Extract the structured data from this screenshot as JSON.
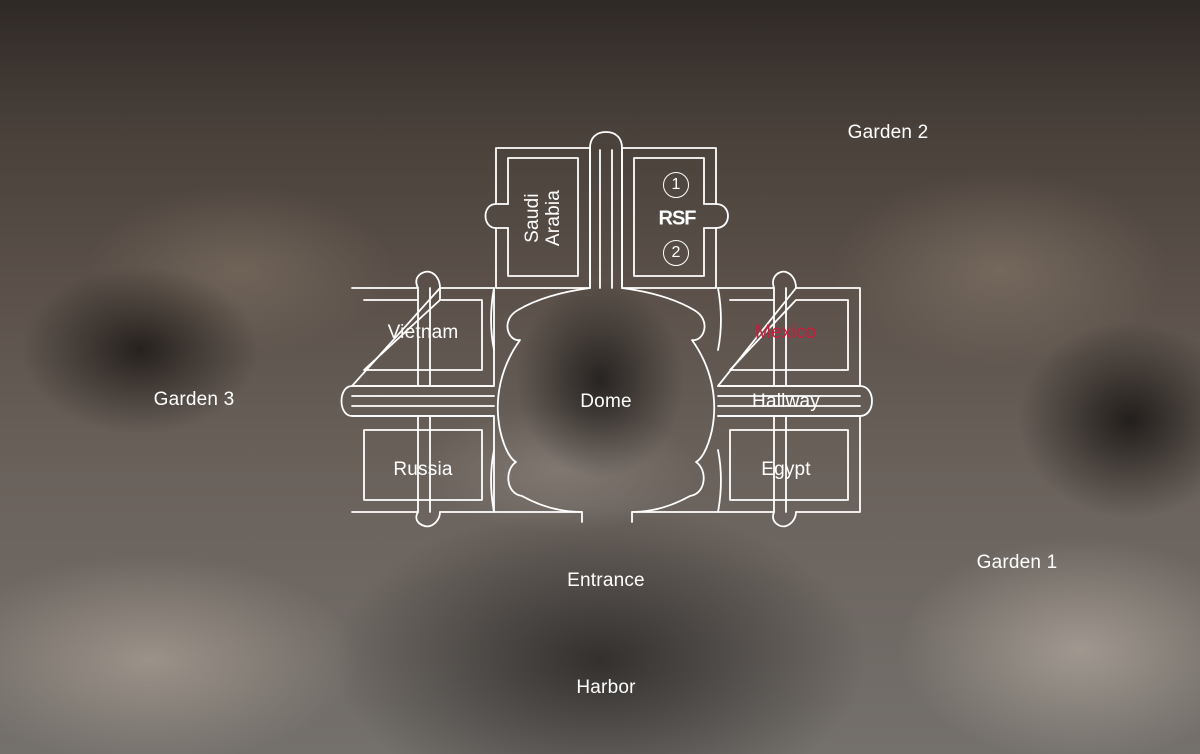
{
  "map": {
    "labels": {
      "garden_1": "Garden 1",
      "garden_2": "Garden 2",
      "garden_3": "Garden 3",
      "dome": "Dome",
      "hallway": "Hallway",
      "entrance": "Entrance",
      "harbor": "Harbor"
    },
    "pavilions": {
      "saudi_arabia": "Saudi Arabia",
      "vietnam": "Vietnam",
      "russia": "Russia",
      "mexico": "Mexico",
      "egypt": "Egypt",
      "booth_1": "1",
      "booth_2": "2"
    },
    "logo_text": "RSF",
    "highlighted_pavilion": "Mexico",
    "colors": {
      "lines": "#ffffff",
      "labels": "#ffffff",
      "highlight": "#d2183b"
    }
  }
}
